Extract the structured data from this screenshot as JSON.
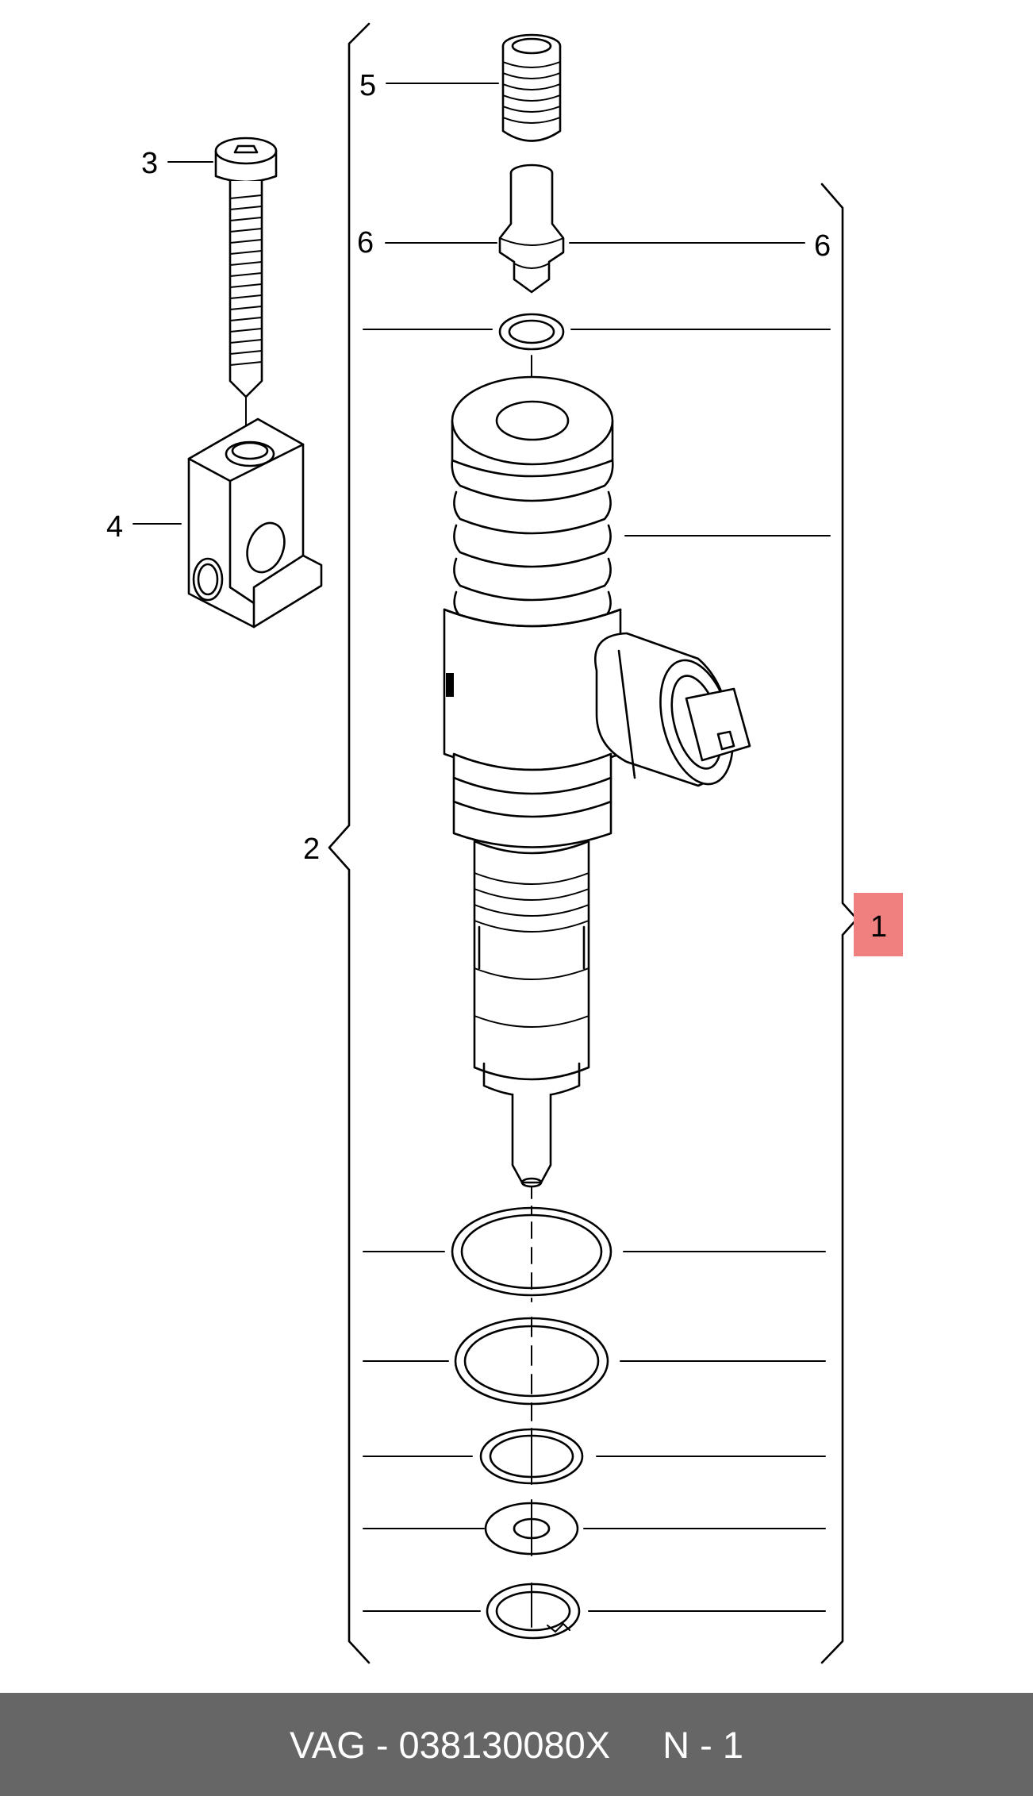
{
  "diagram": {
    "callouts": [
      "1",
      "2",
      "3",
      "4",
      "5",
      "6",
      "6"
    ],
    "highlight_color": "#f08080",
    "line_color": "#000000"
  },
  "footer": {
    "part_label": "VAG - 038130080X",
    "position_label": "N - 1",
    "background_color": "#666666"
  }
}
